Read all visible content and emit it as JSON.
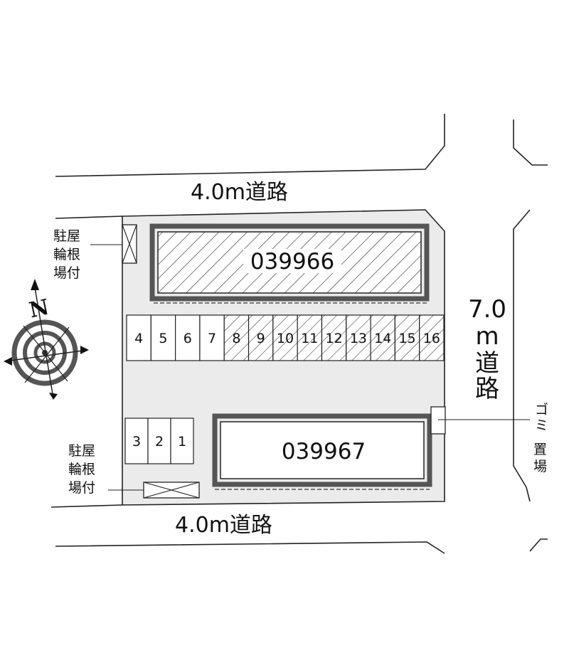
{
  "roads": {
    "north": "4.0m道路",
    "south": "4.0m道路",
    "east_width": "7.0",
    "east_unit": "m",
    "east_char1": "道",
    "east_char2": "路"
  },
  "buildings": [
    {
      "id": "039966",
      "hatched": true
    },
    {
      "id": "039967",
      "hatched": false
    }
  ],
  "parking": {
    "upper_row": [
      {
        "label": "4",
        "hatched": false
      },
      {
        "label": "5",
        "hatched": false
      },
      {
        "label": "6",
        "hatched": false
      },
      {
        "label": "7",
        "hatched": false
      },
      {
        "label": "8",
        "hatched": true
      },
      {
        "label": "9",
        "hatched": true
      },
      {
        "label": "10",
        "hatched": true
      },
      {
        "label": "11",
        "hatched": true
      },
      {
        "label": "12",
        "hatched": true
      },
      {
        "label": "13",
        "hatched": true
      },
      {
        "label": "14",
        "hatched": true
      },
      {
        "label": "15",
        "hatched": true
      },
      {
        "label": "16",
        "hatched": true
      }
    ],
    "lower_row": [
      "3",
      "2",
      "1"
    ]
  },
  "bicycle_parking_top": {
    "line1": "駐屋",
    "line2": "輪根",
    "line3": "場付"
  },
  "bicycle_parking_bottom": {
    "line1": "駐屋",
    "line2": "輪根",
    "line3": "場付"
  },
  "garbage": {
    "chars": [
      "ゴ",
      "ミ",
      "置",
      "場"
    ]
  },
  "compass": {
    "north_label": "N"
  },
  "colors": {
    "lot_fill": "#ebebeb",
    "building_border": "#555555",
    "line": "#222222"
  }
}
